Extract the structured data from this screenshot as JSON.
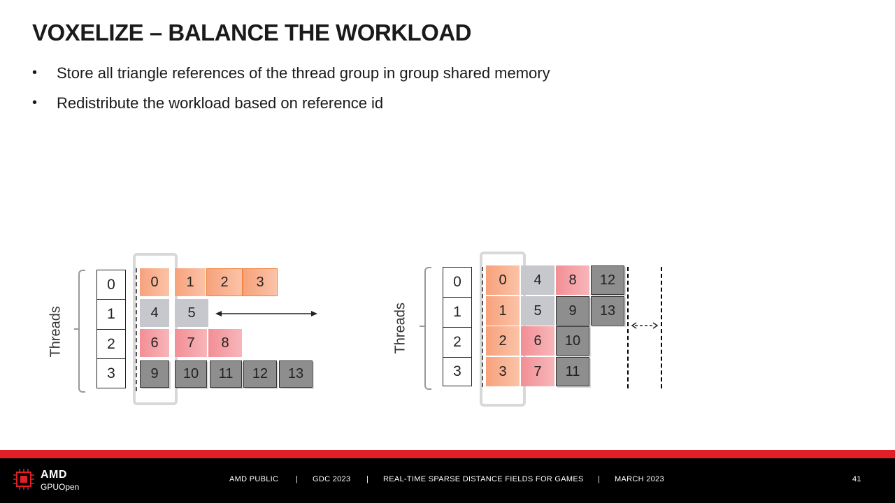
{
  "slide": {
    "title": "VOXELIZE – BALANCE THE WORKLOAD",
    "bullets": [
      "Store all triangle references of the thread group in group shared memory",
      "Redistribute the workload based on reference id"
    ],
    "bullet_symbol": "•"
  },
  "diagram_left": {
    "axis_label": "Threads",
    "thread_ids": [
      "0",
      "1",
      "2",
      "3"
    ],
    "rows": [
      [
        "0",
        "1",
        "2",
        "3"
      ],
      [
        "4",
        "5"
      ],
      [
        "6",
        "7",
        "8"
      ],
      [
        "9",
        "10",
        "11",
        "12",
        "13"
      ]
    ]
  },
  "diagram_right": {
    "axis_label": "Threads",
    "thread_ids": [
      "0",
      "1",
      "2",
      "3"
    ],
    "rows": [
      [
        "0",
        "4",
        "8",
        "12"
      ],
      [
        "1",
        "5",
        "9",
        "13"
      ],
      [
        "2",
        "6",
        "10"
      ],
      [
        "3",
        "7",
        "11"
      ]
    ]
  },
  "colors": {
    "orange": "#f7a27c",
    "grey": "#c6c8cd",
    "pink": "#f28f95",
    "dark": "#8e8e8e",
    "footer_red": "#e21f26",
    "footer_bg": "#000000"
  },
  "footer": {
    "logo_main": "AMD",
    "logo_sub": "GPUOpen",
    "classification": "AMD PUBLIC",
    "separator": "|",
    "event": "GDC 2023",
    "talk": "REAL-TIME SPARSE DISTANCE FIELDS FOR GAMES",
    "date": "MARCH 2023",
    "page_number": "41",
    "logo_icon": "chip-icon"
  }
}
